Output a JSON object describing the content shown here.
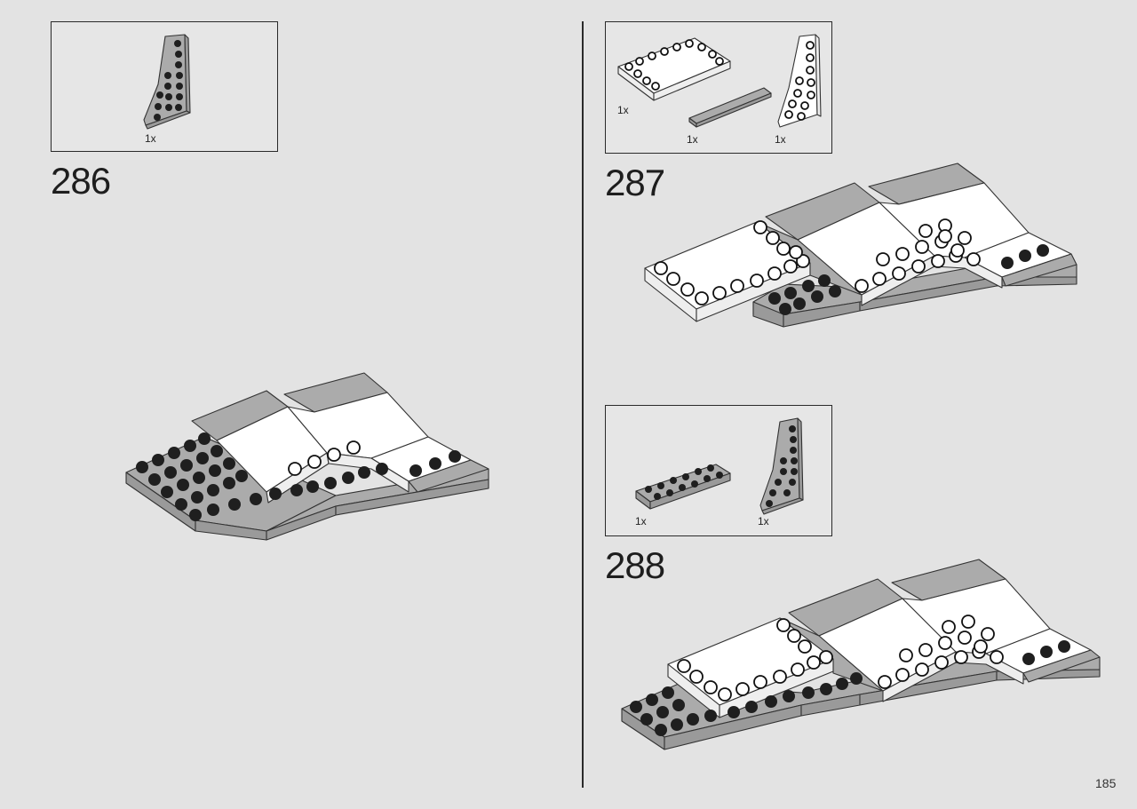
{
  "page_number": "185",
  "steps": [
    {
      "number": "286",
      "parts": [
        {
          "qty": "1x",
          "icon": "light-gray-wedge-plate-icon"
        }
      ]
    },
    {
      "number": "287",
      "parts": [
        {
          "qty": "1x",
          "icon": "white-tile-plate-icon"
        },
        {
          "qty": "1x",
          "icon": "gray-tile-icon"
        },
        {
          "qty": "1x",
          "icon": "white-wedge-plate-icon"
        }
      ]
    },
    {
      "number": "288",
      "parts": [
        {
          "qty": "1x",
          "icon": "gray-plate-2x6-icon"
        },
        {
          "qty": "1x",
          "icon": "gray-wedge-plate-icon"
        }
      ]
    }
  ],
  "colors": {
    "background": "#e3e3e3",
    "light_gray": "#ababab",
    "white": "#ffffff",
    "line": "#2a2a2a"
  }
}
